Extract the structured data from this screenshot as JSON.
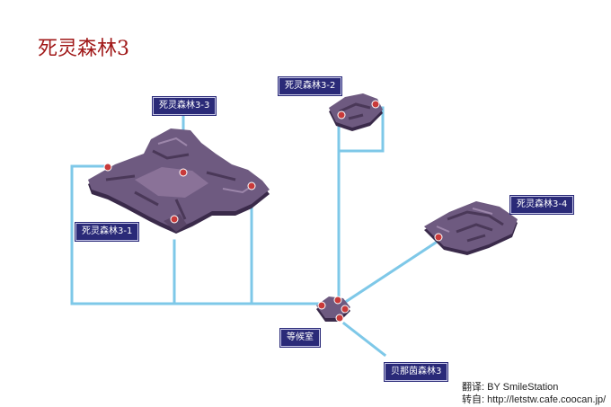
{
  "title": "死灵森林3",
  "areas": {
    "area_3_1": "死灵森林3-1",
    "area_3_2": "死灵森林3-2",
    "area_3_3": "死灵森林3-3",
    "area_3_4": "死灵森林3-4",
    "waiting_room": "等候室",
    "beinayin": "贝那茵森林3"
  },
  "credits": {
    "translation": "翻译: BY SmileStation",
    "source": "转自: http://letstw.cafe.coocan.jp/"
  },
  "colors": {
    "title": "#a01818",
    "path": "#7ec8e8",
    "label_bg": "#2a2a78",
    "terrain_top": "#6e5a80",
    "terrain_dark": "#3a2a4a",
    "portal": "#c83a3a"
  }
}
